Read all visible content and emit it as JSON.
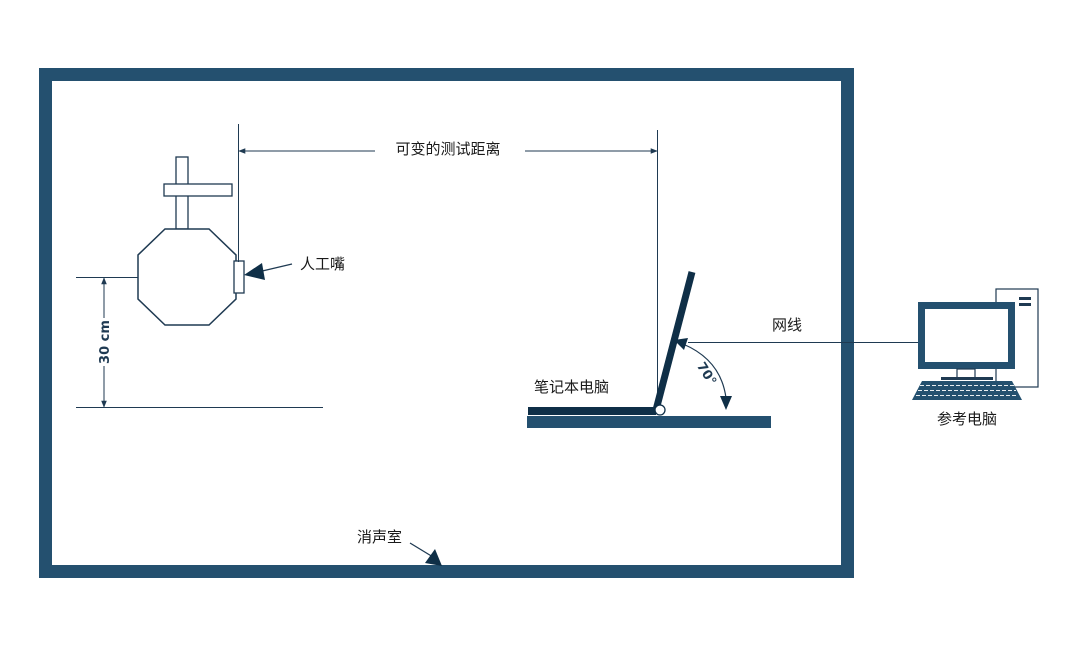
{
  "labels": {
    "distance": "可变的测试距离",
    "mouth": "人工嘴",
    "height": "30 cm",
    "laptop": "笔记本电脑",
    "angle": "70°",
    "cable": "网线",
    "reference_pc": "参考电脑",
    "chamber": "消声室"
  },
  "colors": {
    "frame": "#24506f",
    "dark": "#0f2f47",
    "line": "#1f3a52"
  }
}
